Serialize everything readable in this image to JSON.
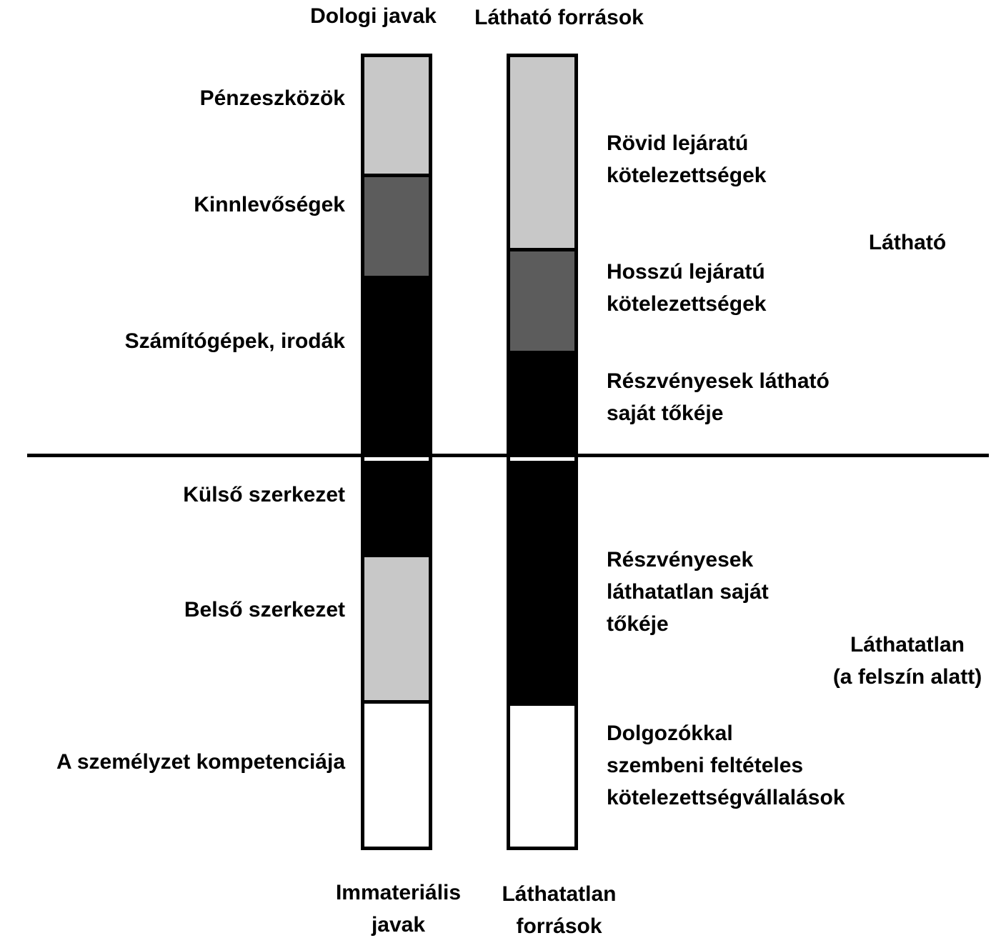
{
  "headers": {
    "left_top": "Dologi javak",
    "right_top": "Látható források",
    "left_bottom": "Immateriális\njavak",
    "right_bottom": "Láthatatlan\nforrások"
  },
  "zones": {
    "visible": "Látható",
    "invisible": "Láthatatlan\n(a felszín alatt)"
  },
  "left_column": {
    "segments": [
      {
        "label": "Pénzeszközök",
        "color": "#c8c8c8"
      },
      {
        "label": "Kinnlevőségek",
        "color": "#5c5c5c"
      },
      {
        "label": "Számítógépek, irodák",
        "color": "#000000"
      },
      {
        "label": "Külső szerkezet",
        "color": "#000000"
      },
      {
        "label": "Belső szerkezet",
        "color": "#c8c8c8"
      },
      {
        "label": "A személyzet kompetenciája",
        "color": "#ffffff"
      }
    ]
  },
  "right_column": {
    "segments": [
      {
        "label": "Rövid lejáratú\nkötelezettségek",
        "color": "#c8c8c8"
      },
      {
        "label": "Hosszú lejáratú\nkötelezettségek",
        "color": "#5c5c5c"
      },
      {
        "label": "Részvényesek látható\nsaját tőkéje",
        "color": "#000000"
      },
      {
        "label": "Részvényesek\nláthatatlan saját\ntőkéje",
        "color": "#000000"
      },
      {
        "label": "Dolgozókkal\nszembeni feltételes\nkötelezettségvállalások",
        "color": "#ffffff"
      }
    ]
  }
}
